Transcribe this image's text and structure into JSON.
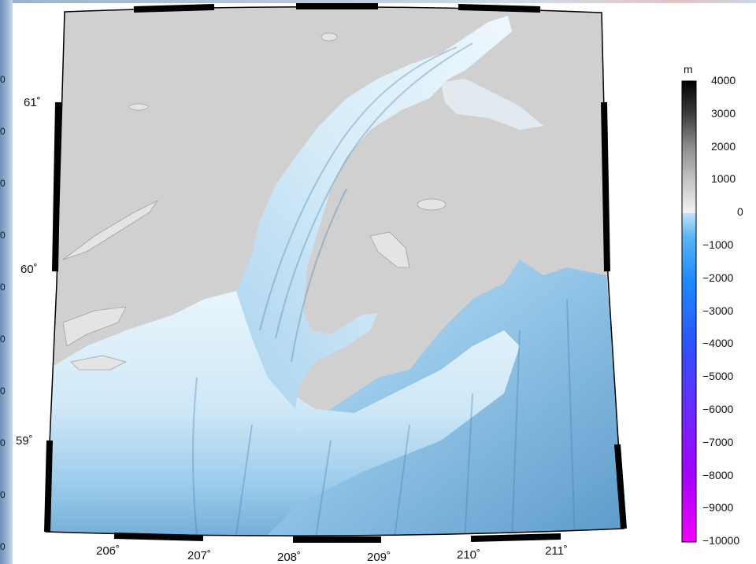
{
  "map": {
    "lon_labels": [
      "206˚",
      "207˚",
      "208˚",
      "209˚",
      "210˚",
      "211˚"
    ],
    "lat_labels": [
      "61˚",
      "60˚",
      "59˚"
    ],
    "colors": {
      "land": "#d0d0d0",
      "lake": "#e4e4e4",
      "coast": "#9a9a9a",
      "shallow": "#e6f3fb",
      "mid": "#a9d4ef",
      "deep": "#5f9ecd",
      "frame": "#000000"
    }
  },
  "colorbar": {
    "unit": "m",
    "ticks": [
      "4000",
      "3000",
      "2000",
      "1000",
      "0",
      "−1000",
      "−2000",
      "−3000",
      "−4000",
      "−5000",
      "−6000",
      "−7000",
      "−8000",
      "−9000",
      "−10000"
    ],
    "range": [
      -10000,
      4000
    ]
  },
  "left_strip": {
    "ticks": [
      "0",
      "0",
      "0",
      "0",
      "0",
      "0",
      "0",
      "0",
      "0",
      "0"
    ]
  }
}
